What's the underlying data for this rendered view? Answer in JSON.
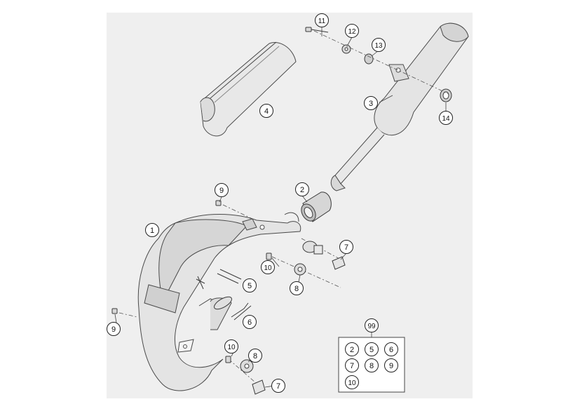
{
  "callouts": {
    "c1": "1",
    "c2": "2",
    "c3": "3",
    "c4": "4",
    "c5": "5",
    "c6": "6",
    "c7a": "7",
    "c7b": "7",
    "c8a": "8",
    "c8b": "8",
    "c9a": "9",
    "c9b": "9",
    "c10a": "10",
    "c10b": "10",
    "c11": "11",
    "c12": "12",
    "c13": "13",
    "c14": "14"
  },
  "kit": {
    "label": "99",
    "items": [
      "2",
      "5",
      "6",
      "7",
      "8",
      "9",
      "10"
    ]
  },
  "colors": {
    "panel": "#efefef",
    "line": "#3a3a3a",
    "part_fill": "#e6e6e6"
  }
}
